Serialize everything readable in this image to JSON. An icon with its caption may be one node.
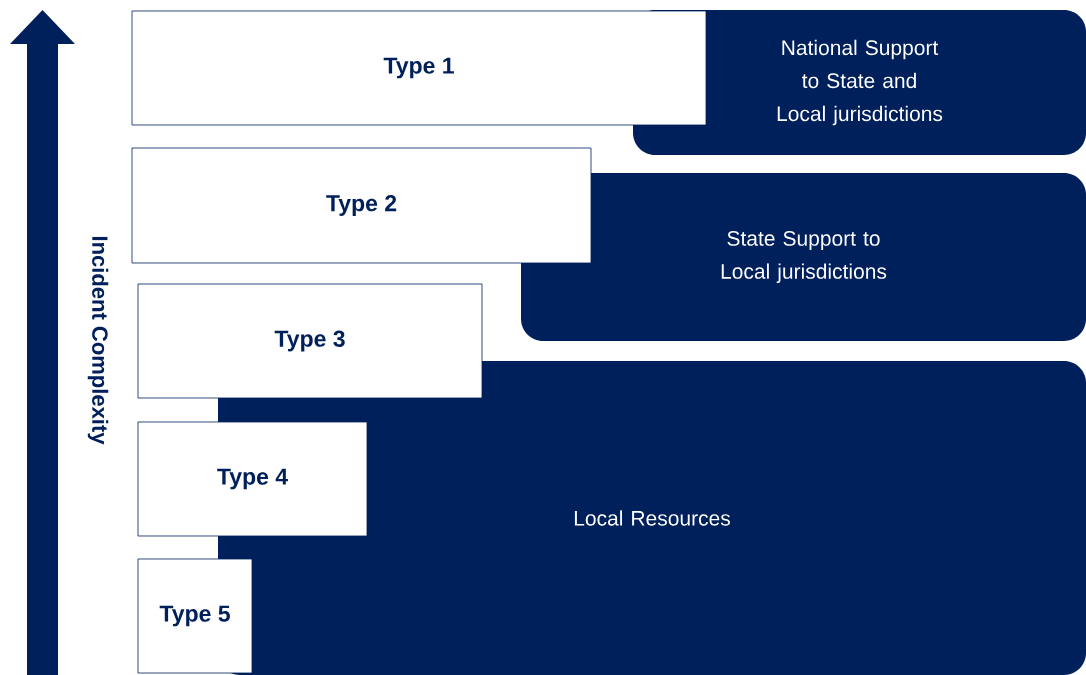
{
  "diagram": {
    "nodes": [
      {
        "text": [
          "Type 1"
        ]
      },
      {
        "text": [
          "National Support to State and Local jurisdictions"
        ]
      },
      {
        "text": [
          "Type 2"
        ]
      },
      {
        "text": [
          "State Support to Local jurisdictions"
        ]
      },
      {
        "text": [
          "Type 3"
        ]
      },
      {
        "text": [
          "Local Resources"
        ]
      },
      {
        "text": [
          "Type 4"
        ]
      },
      {
        "text": [
          "Type 5"
        ]
      }
    ],
    "edges": [],
    "labels": [
      "Incident Complexity"
    ]
  }
}
